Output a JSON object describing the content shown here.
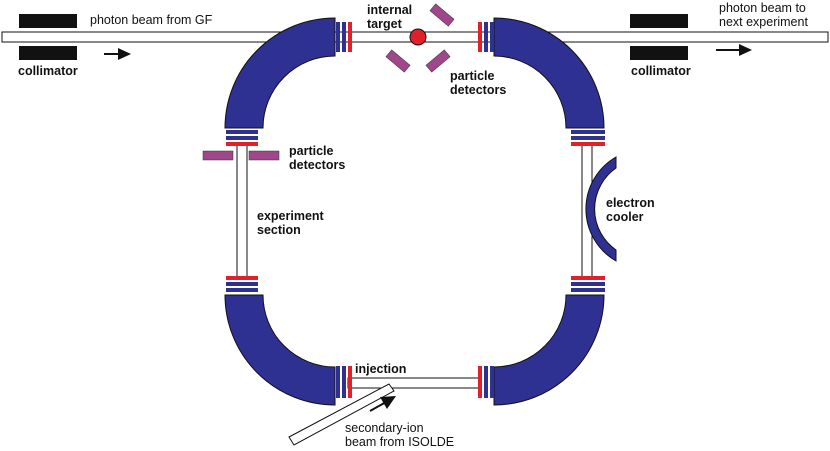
{
  "colors": {
    "magnet": "#2e3192",
    "magnet_stroke": "#111111",
    "flange_red": "#e0202a",
    "flange_blue": "#2e3192",
    "detector": "#a0468a",
    "target": "#e0202a",
    "collimator": "#111111"
  },
  "labels": {
    "photon_beam_in": "photon beam from GF",
    "photon_beam_out_line1": "photon beam to",
    "photon_beam_out_line2": "next experiment",
    "collimator_left": "collimator",
    "collimator_right": "collimator",
    "internal_target_line1": "internal",
    "internal_target_line2": "target",
    "particle_detectors_top_line1": "particle",
    "particle_detectors_top_line2": "detectors",
    "particle_detectors_left_line1": "particle",
    "particle_detectors_left_line2": "detectors",
    "experiment_section_line1": "experiment",
    "experiment_section_line2": "section",
    "electron_cooler_line1": "electron",
    "electron_cooler_line2": "cooler",
    "injection": "injection",
    "secondary_ion_line1": "secondary-ion",
    "secondary_ion_line2": "beam from ISOLDE"
  },
  "icons": {
    "beam_direction": "arrow-right-icon",
    "injection_direction": "arrow-diagonal-icon"
  }
}
